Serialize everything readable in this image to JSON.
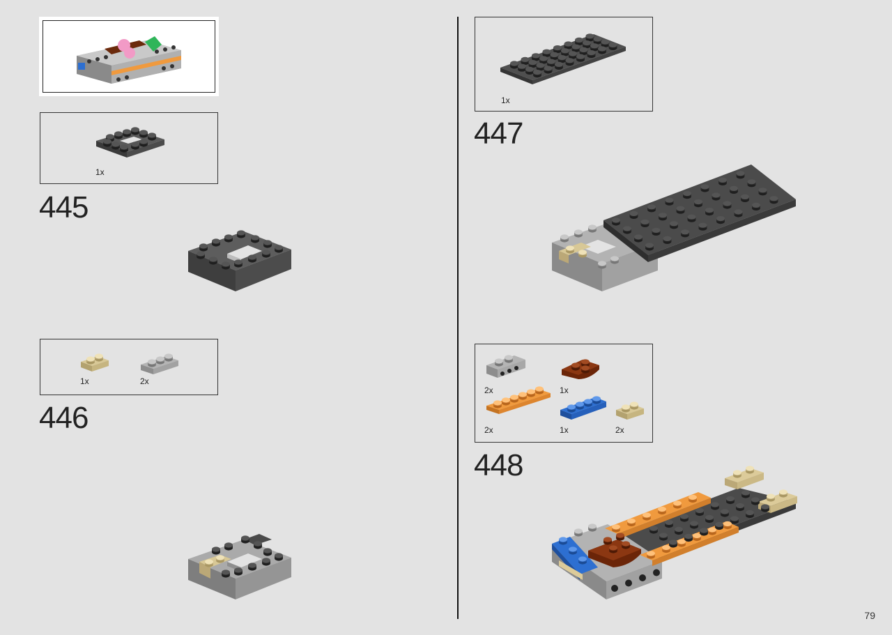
{
  "page": {
    "number": "79"
  },
  "colors": {
    "background": "#e3e3e3",
    "dark_gray": "#454545",
    "light_gray": "#a3a3a3",
    "tan": "#dccb9a",
    "orange": "#f09a3e",
    "blue": "#2d6fd1",
    "reddish_brown": "#7a2e0e"
  },
  "steps": [
    {
      "number": "445",
      "parts": [
        {
          "qty": "1x",
          "part": "dark-gray-frame-plate-icon"
        }
      ]
    },
    {
      "number": "446",
      "parts": [
        {
          "qty": "1x",
          "part": "tan-plate-1x2-icon"
        },
        {
          "qty": "2x",
          "part": "light-gray-plate-1x3-icon"
        }
      ]
    },
    {
      "number": "447",
      "parts": [
        {
          "qty": "1x",
          "part": "dark-gray-plate-4x8-icon"
        }
      ]
    },
    {
      "number": "448",
      "parts": [
        {
          "qty": "2x",
          "part": "light-gray-bracket-icon"
        },
        {
          "qty": "1x",
          "part": "reddish-brown-round-plate-icon"
        },
        {
          "qty": "2x",
          "part": "orange-plate-1x6-icon"
        },
        {
          "qty": "1x",
          "part": "blue-plate-1x4-icon"
        },
        {
          "qty": "2x",
          "part": "tan-plate-1x2-icon"
        }
      ]
    }
  ]
}
